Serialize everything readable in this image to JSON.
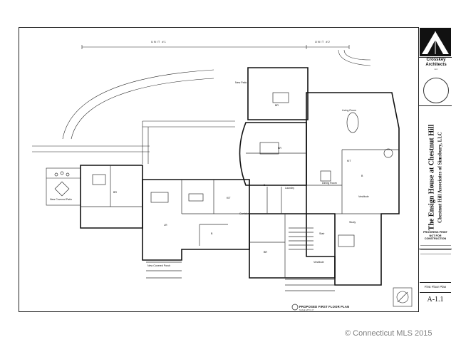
{
  "title_block": {
    "firm_name_line1": "Crosskey",
    "firm_name_line2": "Architects",
    "firm_details": "LLC",
    "project_title": "The Ensign House at Chestnut Hill",
    "client": "Chestnut Hill Associates of Simsbury, LLC",
    "progress_line1": "PROGRESS PRINT",
    "progress_line2": "NOT FOR",
    "progress_line3": "CONSTRUCTION",
    "sheet_title": "First Floor Plan",
    "sheet_number": "A-1.1"
  },
  "plan": {
    "title": "PROPOSED FIRST FLOOR PLAN",
    "scale": "SCALE 1/8\"=1'-0\"",
    "unit_a_label": "UNIT #1",
    "unit_b_label": "UNIT #2"
  },
  "rooms": {
    "new_patio": "New Patio",
    "new_covered_patio": "New Covered Patio",
    "living_room": "Living Room",
    "dining_room": "Dining Room",
    "study": "Study",
    "vestibule_right": "Vestibule",
    "vestibule_bottom": "Vestibule",
    "laundry": "Laundry",
    "corridor": "Corridor",
    "stair": "Stair",
    "new_covered_porch": "New Covered Porch",
    "br_1": "BR",
    "br_2": "BR",
    "br_3": "BR",
    "br_4": "BR",
    "lr": "LR",
    "kit_1": "KIT",
    "kit_2": "KIT",
    "bath_1": "B",
    "bath_2": "B",
    "bath_3": "B"
  },
  "watermark": "© Connecticut MLS 2015"
}
